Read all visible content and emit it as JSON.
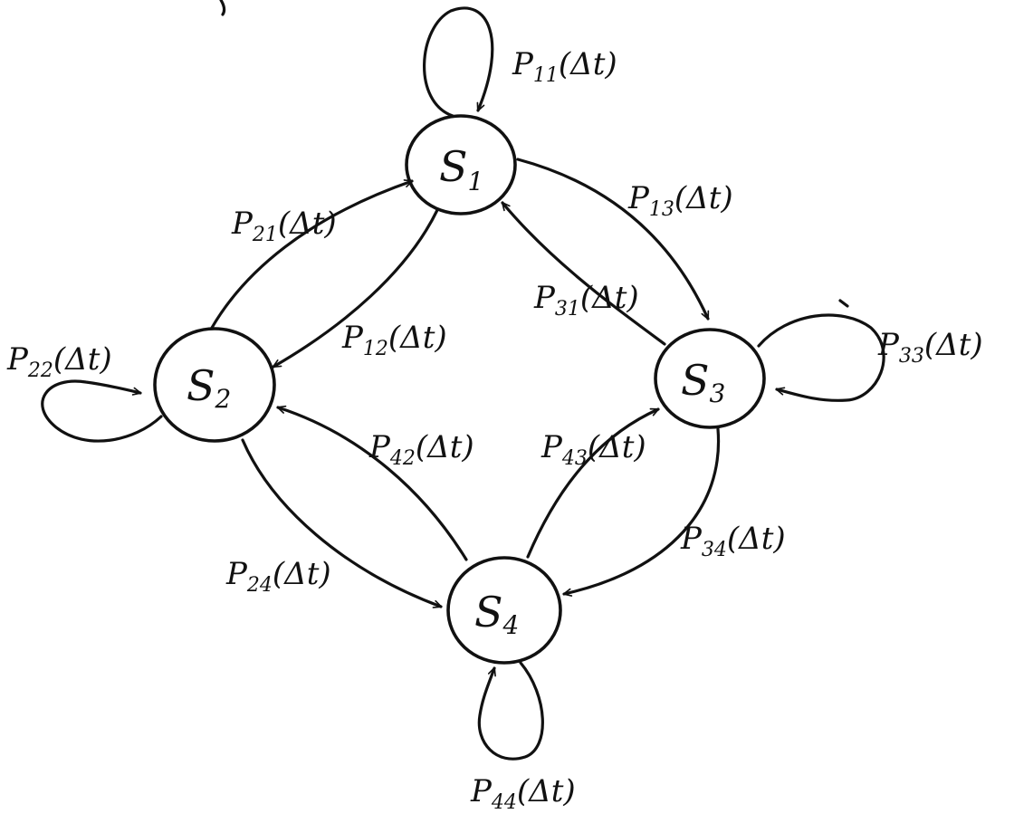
{
  "states": [
    {
      "id": "s1",
      "name": "S",
      "sub": "1"
    },
    {
      "id": "s2",
      "name": "S",
      "sub": "2"
    },
    {
      "id": "s3",
      "name": "S",
      "sub": "3"
    },
    {
      "id": "s4",
      "name": "S",
      "sub": "4"
    }
  ],
  "transitions": [
    {
      "id": "p11",
      "prefix": "P",
      "sub": "11",
      "suffix": "(Δt)"
    },
    {
      "id": "p12",
      "prefix": "P",
      "sub": "12",
      "suffix": "(Δt)"
    },
    {
      "id": "p13",
      "prefix": "P",
      "sub": "13",
      "suffix": "(Δt)"
    },
    {
      "id": "p21",
      "prefix": "P",
      "sub": "21",
      "suffix": "(Δt)"
    },
    {
      "id": "p22",
      "prefix": "P",
      "sub": "22",
      "suffix": "(Δt)"
    },
    {
      "id": "p24",
      "prefix": "P",
      "sub": "24",
      "suffix": "(Δt)"
    },
    {
      "id": "p31",
      "prefix": "P",
      "sub": "31",
      "suffix": "(Δt)"
    },
    {
      "id": "p33",
      "prefix": "P",
      "sub": "33",
      "suffix": "(Δt)"
    },
    {
      "id": "p34",
      "prefix": "P",
      "sub": "34",
      "suffix": "(Δt)"
    },
    {
      "id": "p42",
      "prefix": "P",
      "sub": "42",
      "suffix": "(Δt)"
    },
    {
      "id": "p43",
      "prefix": "P",
      "sub": "43",
      "suffix": "(Δt)"
    },
    {
      "id": "p44",
      "prefix": "P",
      "sub": "44",
      "suffix": "(Δt)"
    }
  ]
}
